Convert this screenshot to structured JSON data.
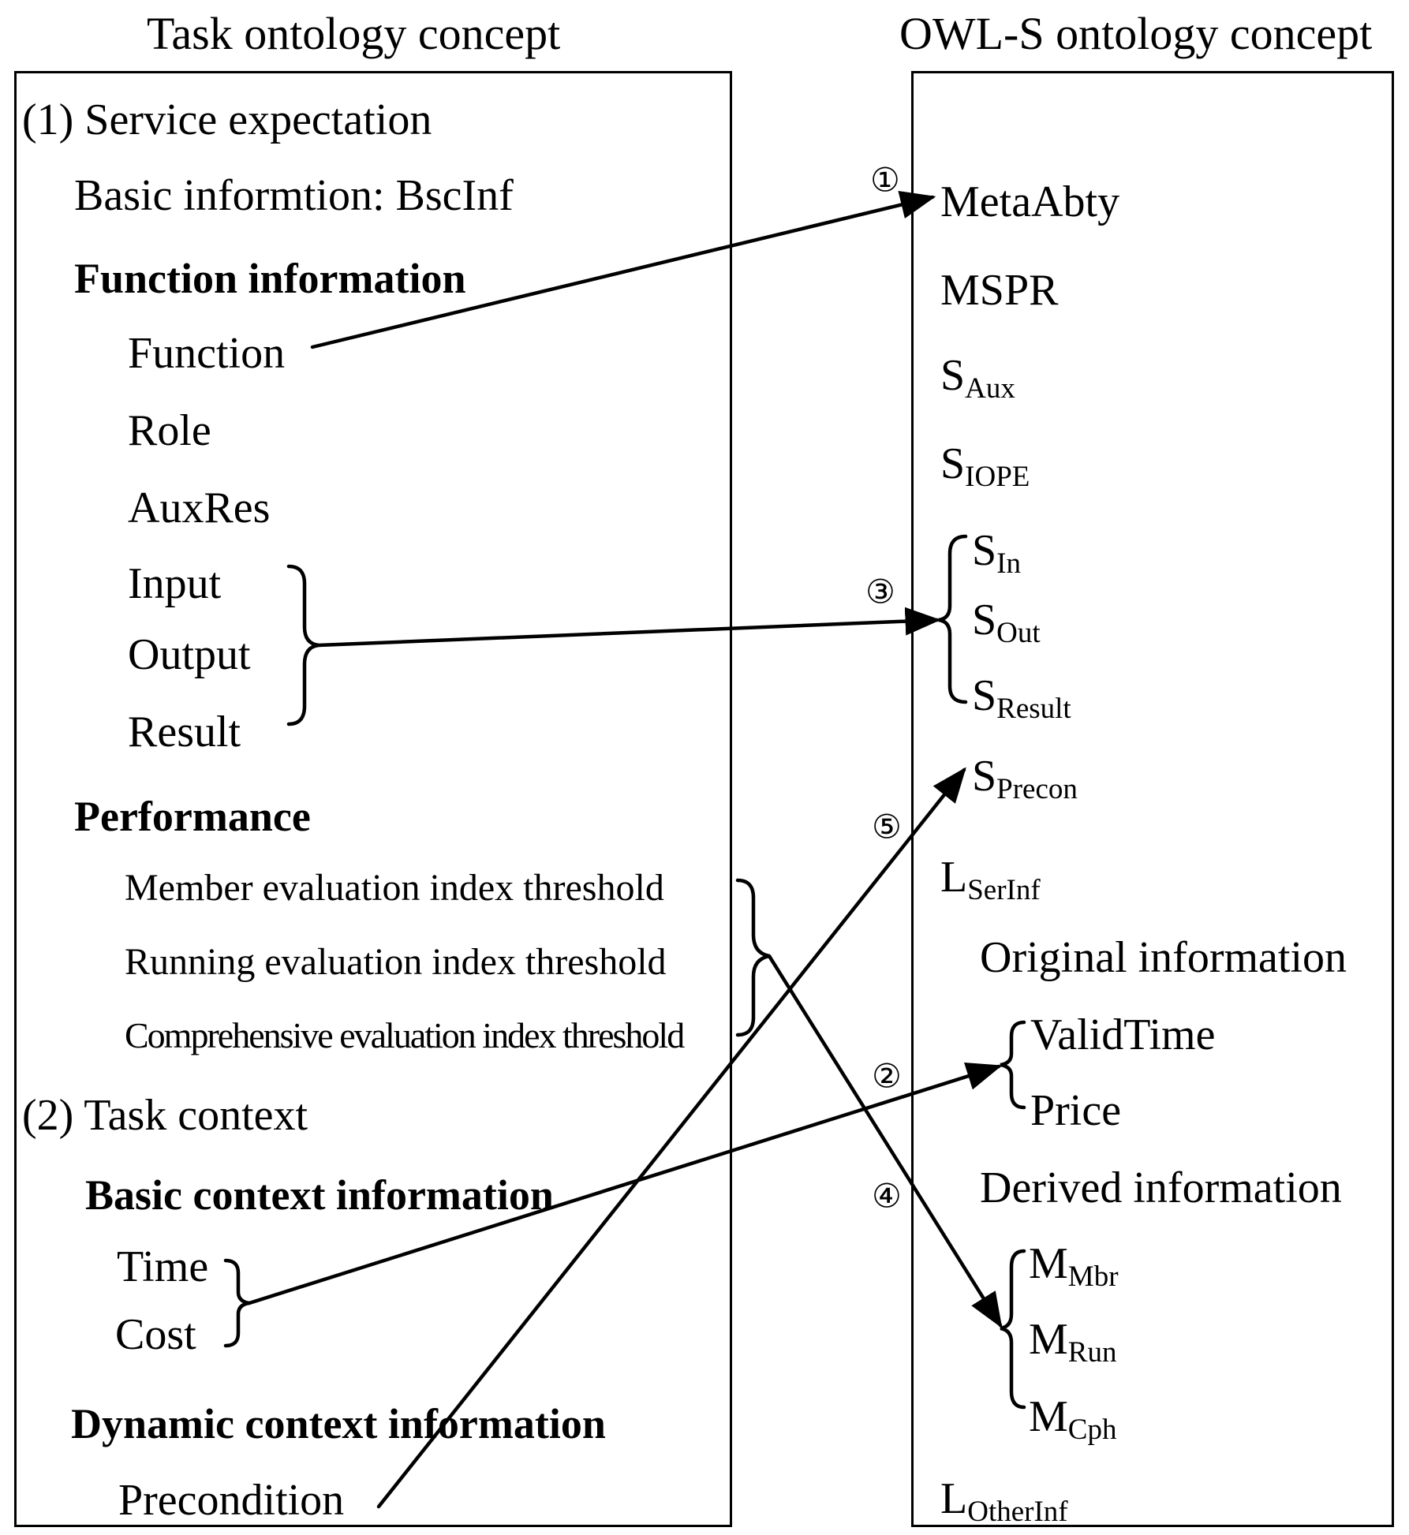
{
  "headers": {
    "left": "Task ontology concept",
    "right": "OWL-S ontology concept"
  },
  "left": {
    "service_expectation": "(1) Service expectation",
    "basic_information": "Basic informtion: BscInf",
    "function_information": "Function information",
    "function": "Function",
    "role": "Role",
    "auxres": "AuxRes",
    "input": "Input",
    "output": "Output",
    "result": "Result",
    "performance": "Performance",
    "member_threshold": "Member evaluation index threshold",
    "running_threshold": "Running evaluation index threshold",
    "comprehensive_threshold": "Comprehensive evaluation index threshold",
    "task_context": "(2) Task context",
    "basic_context": "Basic context information",
    "time": "Time",
    "cost": "Cost",
    "dynamic_context": "Dynamic context information",
    "precondition": "Precondition"
  },
  "right": {
    "meta_abty": "MetaAbty",
    "mspr": "MSPR",
    "s_aux": {
      "base": "S",
      "sub": "Aux"
    },
    "s_iope": {
      "base": "S",
      "sub": "IOPE"
    },
    "s_in": {
      "base": "S",
      "sub": "In"
    },
    "s_out": {
      "base": "S",
      "sub": "Out"
    },
    "s_result": {
      "base": "S",
      "sub": "Result"
    },
    "s_precon": {
      "base": "S",
      "sub": "Precon"
    },
    "l_serinf": {
      "base": "L",
      "sub": "SerInf"
    },
    "original_information": "Original information",
    "valid_time": "ValidTime",
    "price": "Price",
    "derived_information": "Derived information",
    "m_mbr": {
      "base": "M",
      "sub": "Mbr"
    },
    "m_run": {
      "base": "M",
      "sub": "Run"
    },
    "m_cph": {
      "base": "M",
      "sub": "Cph"
    },
    "l_otherinf": {
      "base": "L",
      "sub": "OtherInf"
    }
  },
  "mapping_labels": {
    "m1": "①",
    "m2": "②",
    "m3": "③",
    "m4": "④",
    "m5": "⑤"
  }
}
